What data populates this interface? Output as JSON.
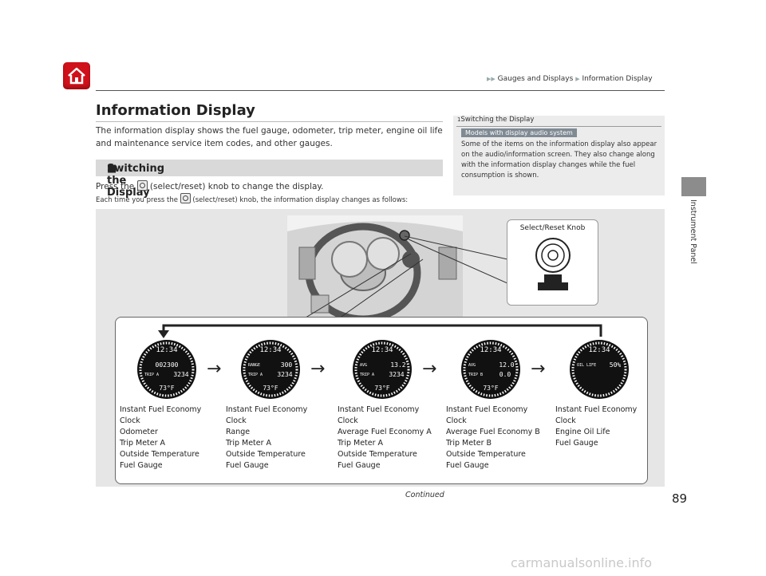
{
  "header": {
    "breadcrumb": [
      "Gauges and Displays",
      "Information Display"
    ]
  },
  "page": {
    "title": "Information Display",
    "intro": "The information display shows the fuel gauge, odometer, trip meter, engine oil life and maintenance service item codes, and other gauges.",
    "section_heading": "Switching the Display",
    "press_before": "Press the",
    "press_after": "(select/reset) knob to change the display.",
    "each_before": "Each time you press the",
    "each_after": "(select/reset) knob, the information display changes as follows:"
  },
  "sidebox": {
    "title": "Switching the Display",
    "badge": "Models with display audio system",
    "body": "Some of the items on the information display also appear on the audio/information screen. They also change along with the information display changes while the fuel consumption is shown."
  },
  "side_tab_label": "Instrument Panel",
  "figure": {
    "callout_label": "Select/Reset Knob",
    "gauges": [
      {
        "clock": "12:34",
        "lines": [
          "Instant Fuel Economy",
          "Clock",
          "Odometer",
          "Trip Meter A",
          "Outside Temperature",
          "Fuel Gauge"
        ],
        "main": "002300",
        "sub_label": "TRIP A",
        "sub": "3234",
        "temp": "73°F"
      },
      {
        "clock": "12:34",
        "lines": [
          "Instant Fuel Economy",
          "Clock",
          "Range",
          "Trip Meter A",
          "Outside Temperature",
          "Fuel Gauge"
        ],
        "main": "300",
        "main_label": "RANGE",
        "sub_label": "TRIP A",
        "sub": "3234",
        "temp": "73°F"
      },
      {
        "clock": "12:34",
        "lines": [
          "Instant Fuel Economy",
          "Clock",
          "Average Fuel Economy A",
          "Trip Meter A",
          "Outside Temperature",
          "Fuel Gauge"
        ],
        "main": "13.2",
        "main_label": "AVG",
        "sub_label": "TRIP A",
        "sub": "3234",
        "temp": "73°F"
      },
      {
        "clock": "12:34",
        "lines": [
          "Instant Fuel Economy",
          "Clock",
          "Average Fuel Economy B",
          "Trip Meter B",
          "Outside Temperature",
          "Fuel Gauge"
        ],
        "main": "12.0",
        "main_label": "AVG",
        "sub_label": "TRIP B",
        "sub": "0.0",
        "temp": "73°F"
      },
      {
        "clock": "12:34",
        "lines": [
          "Instant Fuel Economy",
          "Clock",
          "Engine Oil Life",
          "Fuel Gauge"
        ],
        "main": "50%",
        "main_label": "OIL LIFE"
      }
    ]
  },
  "footer": {
    "continued": "Continued",
    "page_number": "89",
    "watermark": "carmanualsonline.info"
  },
  "colors": {
    "home_red": "#d0111a",
    "badge_gray": "#7f8a93",
    "figure_bg": "#e6e6e6"
  }
}
